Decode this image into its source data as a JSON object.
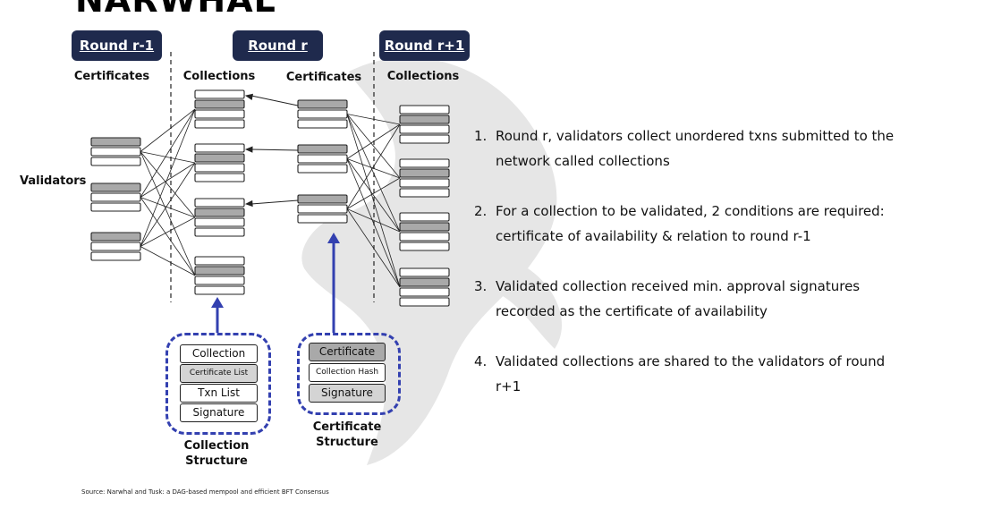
{
  "slide": {
    "title": "NARWHAL",
    "source": "Source: Narwhal and Tusk: a DAG-based mempool and efficient BFT Consensus"
  },
  "rounds": {
    "r_minus_1": "Round r-1",
    "r": "Round r",
    "r_plus_1": "Round r+1"
  },
  "column_labels": {
    "certificates_r_minus_1": "Certificates",
    "collections_r": "Collections",
    "certificates_r": "Certificates",
    "collections_r_plus_1": "Collections"
  },
  "validators_label": "Validators",
  "collection_structure": {
    "fields": [
      "Collection",
      "Certificate List",
      "Txn List",
      "Signature"
    ],
    "label_line1": "Collection",
    "label_line2": "Structure"
  },
  "certificate_structure": {
    "fields": [
      "Certificate",
      "Collection Hash",
      "Signature"
    ],
    "label_line1": "Certificate",
    "label_line2": "Structure"
  },
  "steps": [
    {
      "num": "1.",
      "line1": "Round r, validators collect unordered txns submitted to the",
      "line2": "network called collections"
    },
    {
      "num": "2.",
      "line1": "For a collection to be validated, 2 conditions are required:",
      "line2": "certificate of availability & relation to round r-1"
    },
    {
      "num": "3.",
      "line1": "Validated collection received min. approval signatures",
      "line2": "recorded as the certificate of availability"
    },
    {
      "num": "4.",
      "line1": "Validated collections are shared to the validators of round r+1",
      "line2": ""
    }
  ],
  "colors": {
    "round_pill": "#1f2a4d",
    "dashed_border": "#3340b0",
    "block_fill_dark": "#a9a9a9",
    "watermark": "#e4e4e4"
  }
}
